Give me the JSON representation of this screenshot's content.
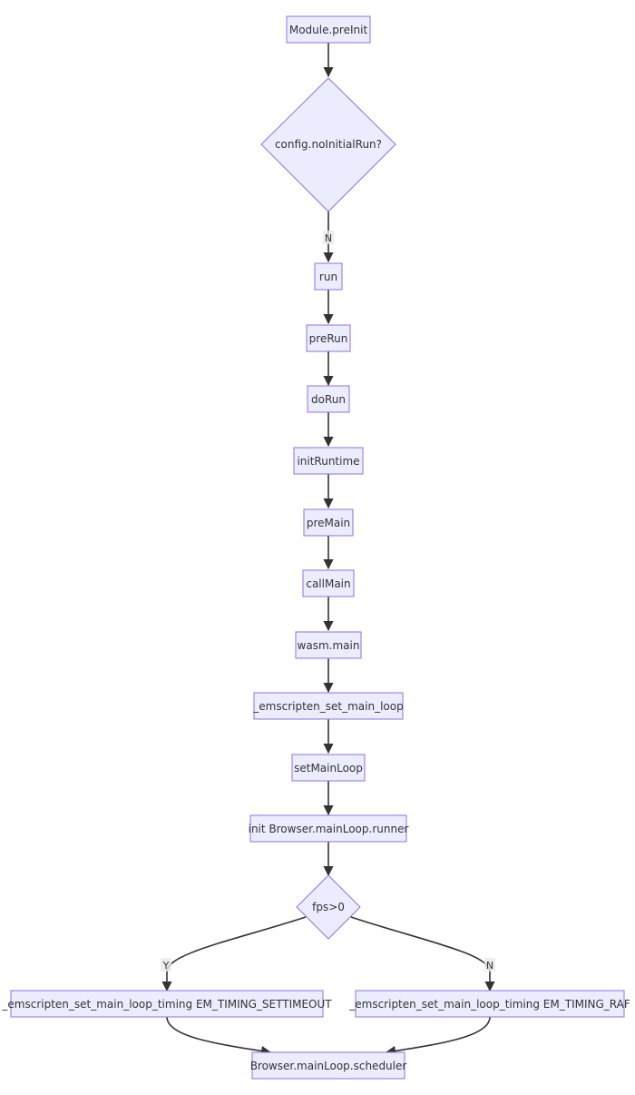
{
  "nodes": {
    "preinit": "Module.preInit",
    "noinitialrun": "config.noInitialRun?",
    "run": "run",
    "prerun": "preRun",
    "dorun": "doRun",
    "initruntime": "initRuntime",
    "premain": "preMain",
    "callmain": "callMain",
    "wasmmain": "wasm.main",
    "setmainloop_em": "_emscripten_set_main_loop",
    "setmainloop": "setMainLoop",
    "initrunner": "init Browser.mainLoop.runner",
    "fps": "fps>0",
    "timing_settimeout": "_emscripten_set_main_loop_timing EM_TIMING_SETTIMEOUT",
    "timing_raf": "_emscripten_set_main_loop_timing EM_TIMING_RAF",
    "scheduler": "Browser.mainLoop.scheduler"
  },
  "edge_labels": {
    "noinitialrun_to_run": "N",
    "fps_yes": "Y",
    "fps_no": "N"
  },
  "colors": {
    "node_fill": "#ECECFF",
    "node_stroke": "#9370DB",
    "edge": "#333333",
    "text": "#333333"
  }
}
